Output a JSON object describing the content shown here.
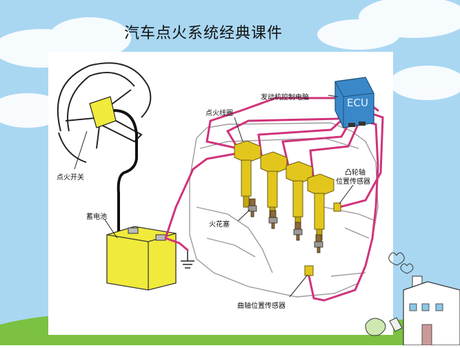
{
  "slide": {
    "title": "汽车点火系统经典课件"
  },
  "diagram": {
    "labels": {
      "ignition_switch": "点火开关",
      "battery": "蓄电池",
      "ignition_coil": "点火线圈",
      "ecu_caption": "发动机控制电脑",
      "ecu_box": "ECU",
      "spark_plug": "火花塞",
      "camshaft_sensor_line1": "凸轮轴",
      "camshaft_sensor_line2": "位置传感器",
      "crankshaft_sensor": "曲轴位置传感器"
    },
    "colors": {
      "wire": "#d0337a",
      "coil": "#e3c61c",
      "battery": "#f0ea3c",
      "ecu": "#3a88c9",
      "sky": "#a9d7f2",
      "grass": "#7cc142"
    }
  }
}
